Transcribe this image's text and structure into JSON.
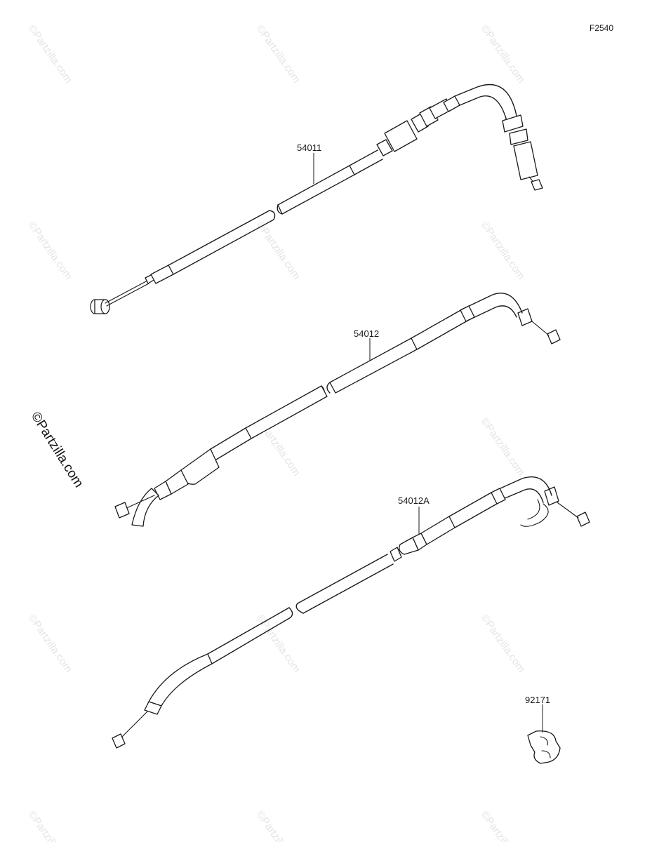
{
  "figure_code": "F2540",
  "parts": [
    {
      "number": "54011"
    },
    {
      "number": "54012"
    },
    {
      "number": "54012A"
    },
    {
      "number": "92171"
    }
  ],
  "brand_mark": "©Partzilla.com",
  "watermark_text": "©Partzilla.com",
  "colors": {
    "line": "#1a1a1a",
    "background": "#ffffff",
    "watermark": "#cfcfcf"
  }
}
